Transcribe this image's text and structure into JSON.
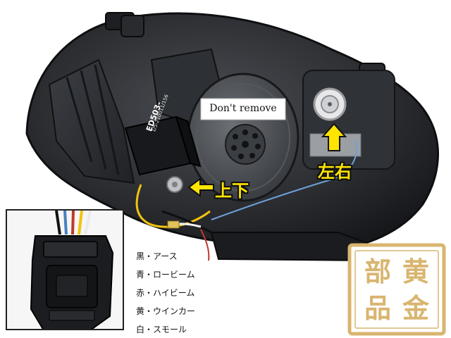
{
  "sticker": {
    "text": "Don't remove"
  },
  "module": {
    "code": "ED503-",
    "sub": "1/5-210011/156"
  },
  "callouts": {
    "up_down": "上下",
    "left_right": "左右"
  },
  "wiring_legend": [
    "黒・アース",
    "青・ロービーム",
    "赤・ハイビーム",
    "黄・ウインカー",
    "白・スモール"
  ],
  "seal": {
    "chars": [
      "部",
      "黄",
      "品",
      "金"
    ]
  },
  "colors": {
    "arrow": "#ffe400",
    "seal": "#d9b56f",
    "wire_black": "#111111",
    "wire_blue": "#4a7fc1",
    "wire_red": "#c0392b",
    "wire_yellow": "#f1c40f",
    "wire_white": "#f5f5f5"
  }
}
